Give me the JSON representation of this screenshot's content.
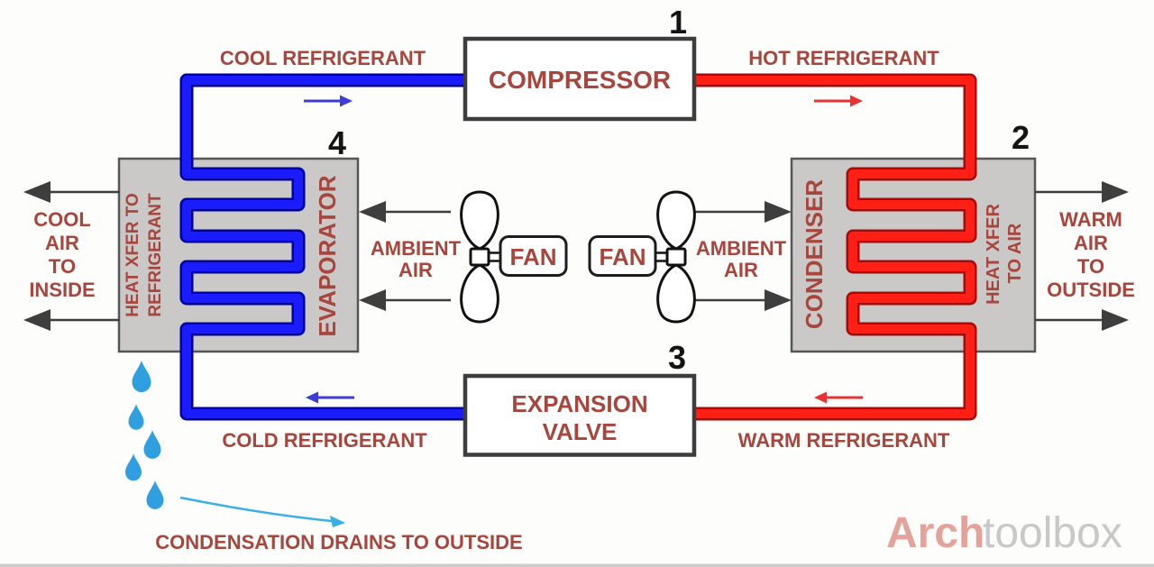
{
  "stages": {
    "compressor": {
      "number": "1",
      "label": "COMPRESSOR"
    },
    "condenser": {
      "number": "2",
      "label": "CONDENSER",
      "heat_label_line1": "HEAT XFER",
      "heat_label_line2": "TO AIR"
    },
    "expansion_valve": {
      "number": "3",
      "label_line1": "EXPANSION",
      "label_line2": "VALVE"
    },
    "evaporator": {
      "number": "4",
      "label": "EVAPORATOR",
      "heat_label_line1": "HEAT XFER TO",
      "heat_label_line2": "REFRIGERANT"
    }
  },
  "fans": {
    "left_label": "FAN",
    "right_label": "FAN"
  },
  "refrigerant_labels": {
    "cool": "COOL REFRIGERANT",
    "hot": "HOT REFRIGERANT",
    "cold": "COLD REFRIGERANT",
    "warm": "WARM REFRIGERANT"
  },
  "air_labels": {
    "cool_air_lines": [
      "COOL",
      "AIR",
      "TO",
      "INSIDE"
    ],
    "warm_air_lines": [
      "WARM",
      "AIR",
      "TO",
      "OUTSIDE"
    ],
    "ambient_left_lines": [
      "AMBIENT",
      "AIR"
    ],
    "ambient_right_lines": [
      "AMBIENT",
      "AIR"
    ]
  },
  "condensation_label": "CONDENSATION DRAINS TO OUTSIDE",
  "watermark": {
    "part1": "Arch",
    "part2": "toolbox"
  },
  "colors": {
    "label_red": "#a8453d",
    "pipe_blue": "#1b1bff",
    "pipe_blue_dark": "#00009b",
    "pipe_red": "#ff1f15",
    "pipe_red_dark": "#a50b0b",
    "box_border": "#3d3d3d",
    "coil_box_fill": "#cac9c7",
    "coil_box_border": "#565656",
    "air_arrow_gray": "#3e3e3e",
    "flow_arrow_blue": "#3d3dd6",
    "flow_arrow_red": "#e63434",
    "condensation_drop_blue": "#2f9fe0",
    "drain_arrow_cyan": "#39b0e6",
    "watermark_pink": "#e5a29b",
    "watermark_gray": "#c8c8c8",
    "number_black": "#141414"
  }
}
